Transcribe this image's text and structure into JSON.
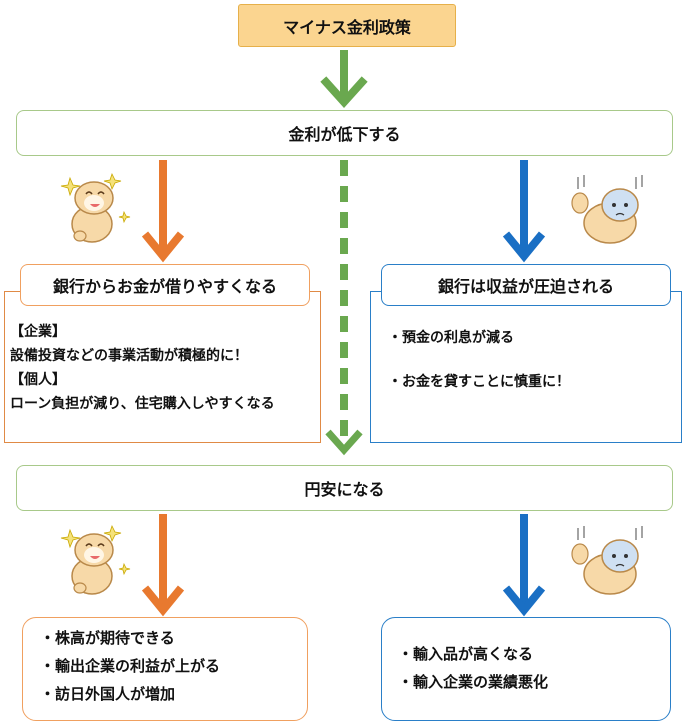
{
  "title": "マイナス金利政策",
  "rate_drop": "金利が低下する",
  "left": {
    "header": "銀行からお金が借りやすくなる",
    "lines": [
      "【企業】",
      "設備投資などの事業活動が積極的に！",
      "【個人】",
      "ローン負担が減り、住宅購入しやすくなる"
    ]
  },
  "right": {
    "header": "銀行は収益が圧迫される",
    "lines": [
      "・預金の利息が減る",
      "・お金を貸すことに慎重に！"
    ]
  },
  "weak_yen": "円安になる",
  "bottom_left": [
    "・株高が期待できる",
    "・輸出企業の利益が上がる",
    "・訪日外国人が増加"
  ],
  "bottom_right": [
    "・輸入品が高くなる",
    "・輸入企業の業績悪化"
  ],
  "colors": {
    "green": "#6aa84f",
    "orange": "#e8792f",
    "blue": "#1a6fc4",
    "title_fill": "#fbd590"
  }
}
